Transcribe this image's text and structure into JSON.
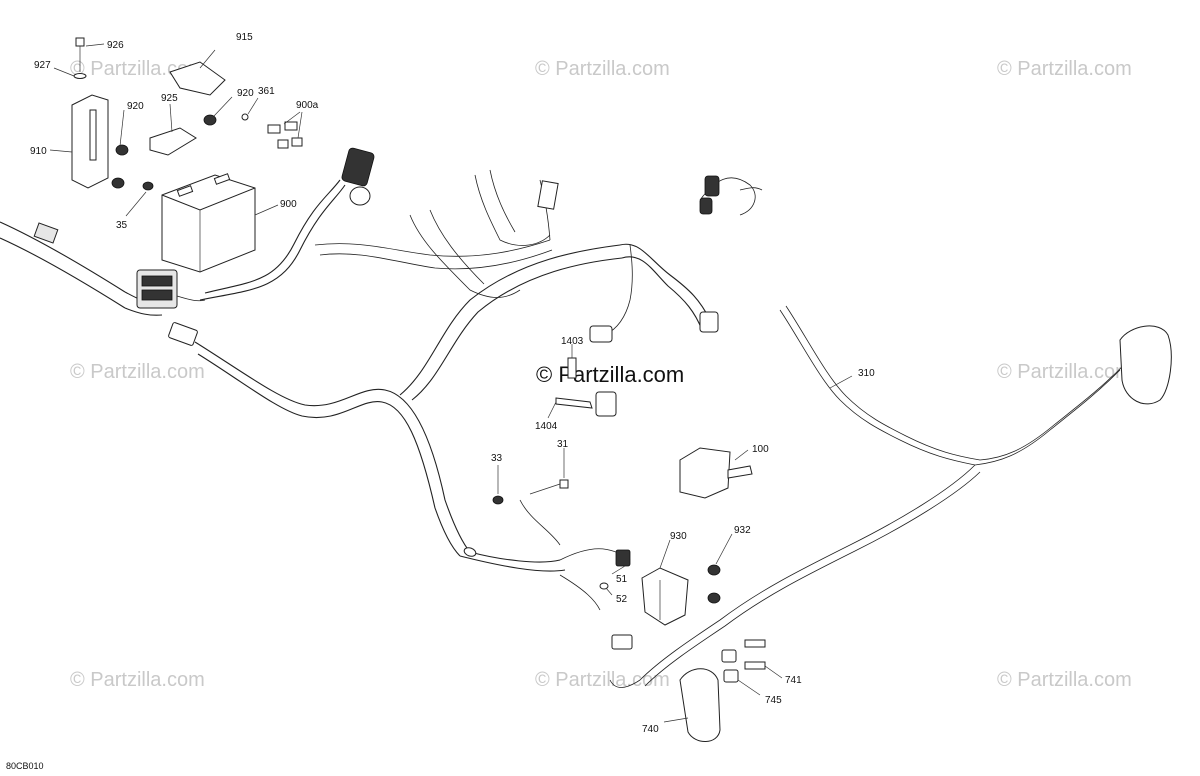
{
  "watermark": "© Partzilla.com",
  "center_watermark": "© Partzilla.com",
  "diagram_code": "80CB010",
  "callouts": {
    "c926": "926",
    "c915": "915",
    "c927": "927",
    "c920a": "920",
    "c925": "925",
    "c920b": "920",
    "c361": "361",
    "c900a": "900a",
    "c910": "910",
    "c900": "900",
    "c35": "35",
    "c1403": "1403",
    "c1404": "1404",
    "c310": "310",
    "c100": "100",
    "c33": "33",
    "c31": "31",
    "c930": "930",
    "c932": "932",
    "c51": "51",
    "c52": "52",
    "c741": "741",
    "c745": "745",
    "c740": "740"
  }
}
